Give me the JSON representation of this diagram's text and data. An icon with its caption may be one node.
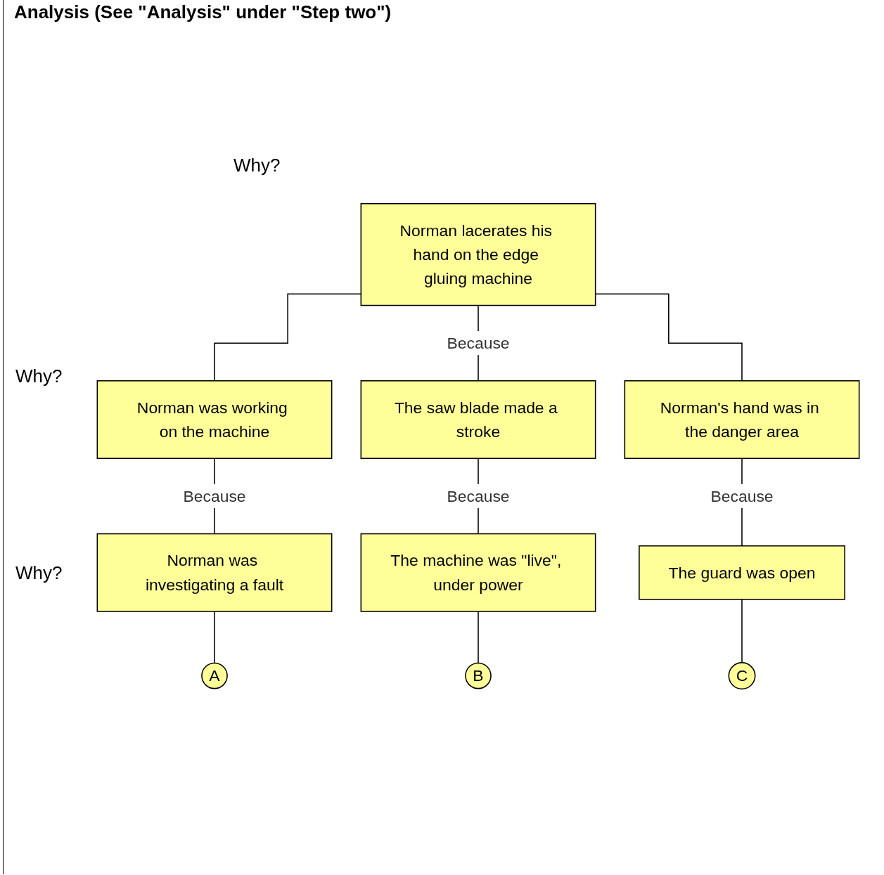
{
  "diagram": {
    "title": "Analysis (See \"Analysis\" under \"Step two\")",
    "nodes": [
      {
        "text": [
          "Norman lacerates his hand on the edge gluing machine"
        ]
      },
      {
        "text": [
          "Norman was working on the machine"
        ]
      },
      {
        "text": [
          "The saw blade made a stroke"
        ]
      },
      {
        "text": [
          "Norman's hand was in the danger area"
        ]
      },
      {
        "text": [
          "Norman was investigating a fault"
        ]
      },
      {
        "text": [
          "The machine was \"live\", under power"
        ]
      },
      {
        "text": [
          "The guard was open"
        ]
      },
      {
        "text": [
          "A"
        ]
      },
      {
        "text": [
          "B"
        ]
      },
      {
        "text": [
          "C"
        ]
      }
    ],
    "edges": [
      {
        "from": 0,
        "to": 1,
        "arrow": "none"
      },
      {
        "from": 0,
        "to": 2,
        "arrow": "none",
        "label": "Because"
      },
      {
        "from": 0,
        "to": 3,
        "arrow": "none"
      },
      {
        "from": 1,
        "to": 4,
        "arrow": "none",
        "label": "Because"
      },
      {
        "from": 2,
        "to": 5,
        "arrow": "none",
        "label": "Because"
      },
      {
        "from": 3,
        "to": 6,
        "arrow": "none",
        "label": "Because"
      },
      {
        "from": 4,
        "to": 7,
        "arrow": "none"
      },
      {
        "from": 5,
        "to": 8,
        "arrow": "none"
      },
      {
        "from": 6,
        "to": 9,
        "arrow": "none"
      }
    ],
    "labels": [
      "Why?",
      "Why?",
      "Why?"
    ]
  }
}
